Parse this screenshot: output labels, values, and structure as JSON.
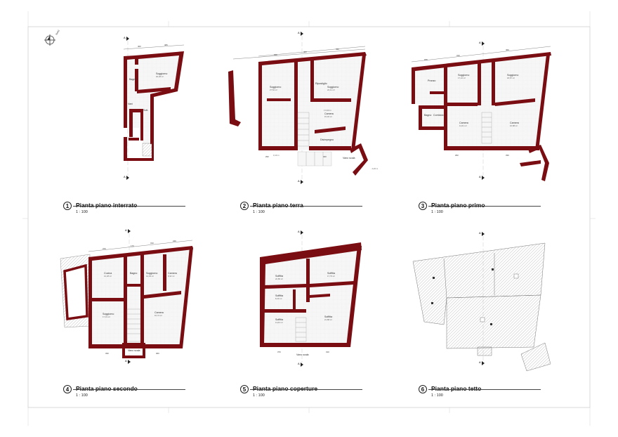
{
  "colors": {
    "wall": "#7a0d12",
    "hatch": "#bdbdbd",
    "line": "#333333",
    "sheet_border": "#cfcfcf"
  },
  "compass": {
    "icon": "north-arrow-icon",
    "label": "Nord"
  },
  "plans": [
    {
      "number": "1",
      "title": "Pianta piano interrato",
      "scale": "1 : 100",
      "rooms": [
        {
          "name": "Soggiorno",
          "area": "20,48 m²"
        },
        {
          "name": "Bagno",
          "area": ""
        },
        {
          "name": "Vani",
          "area": ""
        },
        {
          "name": "Sott.",
          "area": ""
        }
      ]
    },
    {
      "number": "2",
      "title": "Pianta piano terra",
      "scale": "1 : 100",
      "rooms": [
        {
          "name": "Soggiorno",
          "area": "27,52 m²"
        },
        {
          "name": "Ripostiglio",
          "area": ""
        },
        {
          "name": "Soggiorno",
          "area": "24,11 m²"
        },
        {
          "name": "Camera",
          "area": "15,40 m²"
        },
        {
          "name": "Disimpegno",
          "area": ""
        },
        {
          "name": "Vano scala",
          "area": ""
        }
      ],
      "levels": [
        "± 0,00 m",
        "0,10 m",
        "- 0,20 m"
      ]
    },
    {
      "number": "3",
      "title": "Pianta piano primo",
      "scale": "1 : 100",
      "rooms": [
        {
          "name": "Pranzo",
          "area": ""
        },
        {
          "name": "Soggiorno",
          "area": "17,22 m²"
        },
        {
          "name": "Soggiorno",
          "area": "18,87 m²"
        },
        {
          "name": "Bagno",
          "area": ""
        },
        {
          "name": "Camera",
          "area": "11,61 m²"
        },
        {
          "name": "Camera",
          "area": "16,88 m²"
        },
        {
          "name": "Corridoio",
          "area": ""
        }
      ]
    },
    {
      "number": "4",
      "title": "Pianta piano secondo",
      "scale": "1 : 100",
      "rooms": [
        {
          "name": "Cucina",
          "area": "12,28 m²"
        },
        {
          "name": "Bagno",
          "area": ""
        },
        {
          "name": "Soggiorno",
          "area": "14,03 m²"
        },
        {
          "name": "Camera",
          "area": "8,32 m²"
        },
        {
          "name": "Soggiorno",
          "area": "17,19 m²"
        },
        {
          "name": "Camera",
          "area": "16,72 m²"
        },
        {
          "name": "Vano scala",
          "area": ""
        }
      ]
    },
    {
      "number": "5",
      "title": "Pianta piano coperture",
      "scale": "1 : 100",
      "rooms": [
        {
          "name": "Soffitta",
          "area": "22,86 m²"
        },
        {
          "name": "Soffitta",
          "area": "17,79 m²"
        },
        {
          "name": "Soffitta",
          "area": "8,40 m²"
        },
        {
          "name": "Soffitta",
          "area": "11,02 m²"
        },
        {
          "name": "Soffitta",
          "area": "21,88 m²"
        },
        {
          "name": "Vano scala",
          "area": ""
        }
      ]
    },
    {
      "number": "6",
      "title": "Pianta piano tetto",
      "scale": "1 : 100",
      "rooms": []
    }
  ],
  "section_marker": "A"
}
